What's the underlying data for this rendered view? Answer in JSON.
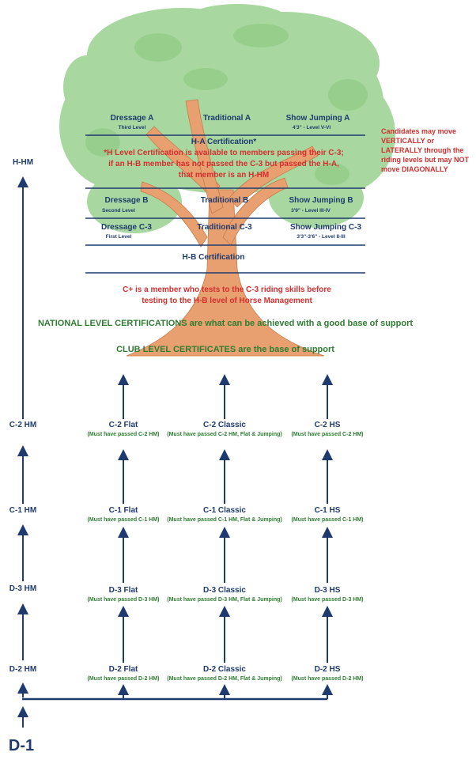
{
  "colors": {
    "navy": "#1f3a6e",
    "green": "#2e7d32",
    "red": "#d32f2f",
    "canopy": "#a8d8a0",
    "trunk": "#e8a070"
  },
  "side_note": "Candidates may move VERTICALLY or LATERALLY through the riding levels but may NOT move DIAGONALLY",
  "tree": {
    "row_a": {
      "dressage": "Dressage A",
      "dressage_sub": "Third Level",
      "traditional": "Traditional A",
      "jumping": "Show Jumping A",
      "jumping_sub": "4'3\" - Level V-VI"
    },
    "ha_cert": "H-A Certification*",
    "ha_note_1": "*H Level Certification is available to members passing their C-3;",
    "ha_note_2": "if an H-B member has not passed the C-3 but passed the H-A,",
    "ha_note_3": "that member is an H-HM",
    "row_b": {
      "dressage": "Dressage B",
      "dressage_sub": "Second Level",
      "traditional": "Traditional B",
      "jumping": "Show Jumping B",
      "jumping_sub": "3'9\" - Level III-IV"
    },
    "row_c3": {
      "dressage": "Dressage C-3",
      "dressage_sub": "First Level",
      "traditional": "Traditional C-3",
      "jumping": "Show Jumping C-3",
      "jumping_sub": "3'3\"-3'6\" - Level II-III"
    },
    "hb_cert": "H-B Certification",
    "cplus_1": "C+ is a member who tests to the C-3 riding skills before",
    "cplus_2": "testing to the H-B level of  Horse Management"
  },
  "national_note": "NATIONAL LEVEL CERTIFICATIONS are what can be achieved with a good base of support",
  "club_note": "CLUB LEVEL CERTIFICATES are the base of support",
  "hm_levels": [
    "H-HM",
    "C-2 HM",
    "C-1 HM",
    "D-3 HM",
    "D-2 HM"
  ],
  "root": "D-1",
  "grid": [
    {
      "flat": "C-2 Flat",
      "flat_req": "(Must have passed C-2 HM)",
      "classic": "C-2 Classic",
      "classic_req": "(Must  have passed C-2 HM, Flat & Jumping)",
      "hs": "C-2 HS",
      "hs_req": "(Must  have passed C-2 HM)"
    },
    {
      "flat": "C-1 Flat",
      "flat_req": "(Must have passed C-1 HM)",
      "classic": "C-1 Classic",
      "classic_req": "(Must  have passed C-1 HM, Flat & Jumping)",
      "hs": "C-1 HS",
      "hs_req": "(Must have passed C-1 HM)"
    },
    {
      "flat": "D-3 Flat",
      "flat_req": "(Must have passed D-3 HM)",
      "classic": "D-3 Classic",
      "classic_req": "(Must  have passed D-3 HM, Flat & Jumping)",
      "hs": "D-3 HS",
      "hs_req": "(Must  have passed D-3 HM)"
    },
    {
      "flat": "D-2 Flat",
      "flat_req": "(Must have passed D-2 HM)",
      "classic": "D-2 Classic",
      "classic_req": "(Must  have passed D-2 HM, Flat & Jumping)",
      "hs": "D-2 HS",
      "hs_req": "(Must  have passed D-2 HM)"
    }
  ]
}
